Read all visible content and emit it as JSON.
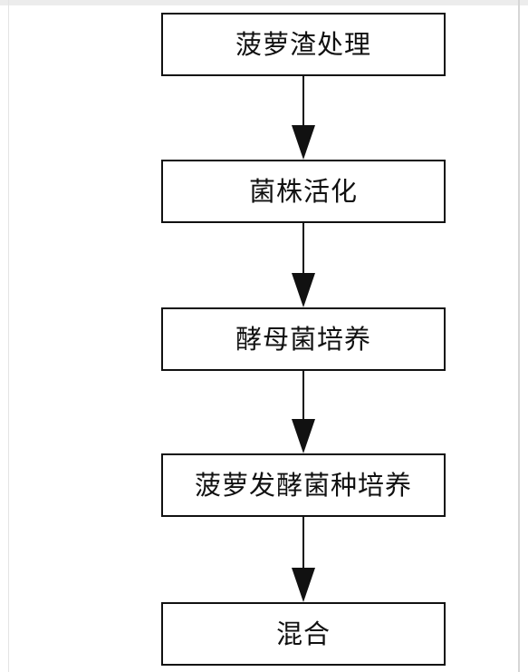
{
  "flowchart": {
    "steps": [
      {
        "label": "菠萝渣处理"
      },
      {
        "label": "菌株活化"
      },
      {
        "label": "酵母菌培养"
      },
      {
        "label": "菠萝发酵菌种培养"
      },
      {
        "label": "混合"
      }
    ]
  }
}
